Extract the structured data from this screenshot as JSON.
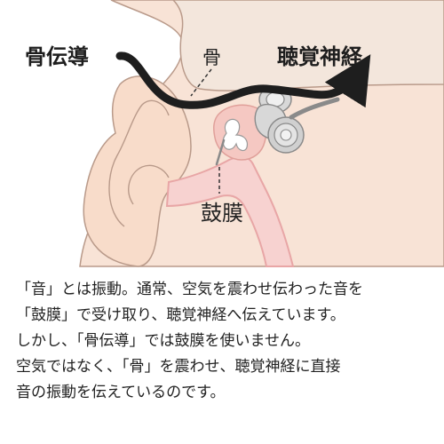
{
  "diagram": {
    "labels": {
      "bone_conduction": "骨伝導",
      "bone": "骨",
      "auditory_nerve": "聴覚神経",
      "eardrum": "鼓膜"
    },
    "colors": {
      "skin": "#f8e3d6",
      "skin_outline": "#b99a8a",
      "canal": "#f7d2d0",
      "canal_wall": "#e8a6a6",
      "arrow": "#1e1e1e",
      "bone_gray": "#d0d0d0"
    }
  },
  "caption": {
    "lines": [
      "「音」とは振動。通常、空気を震わせ伝わった音を",
      "「鼓膜」で受け取り、聴覚神経へ伝えています。",
      "しかし、「骨伝導」では鼓膜を使いません。",
      "空気ではなく、「骨」を震わせ、聴覚神経に直接",
      "音の振動を伝えているのです。"
    ]
  }
}
